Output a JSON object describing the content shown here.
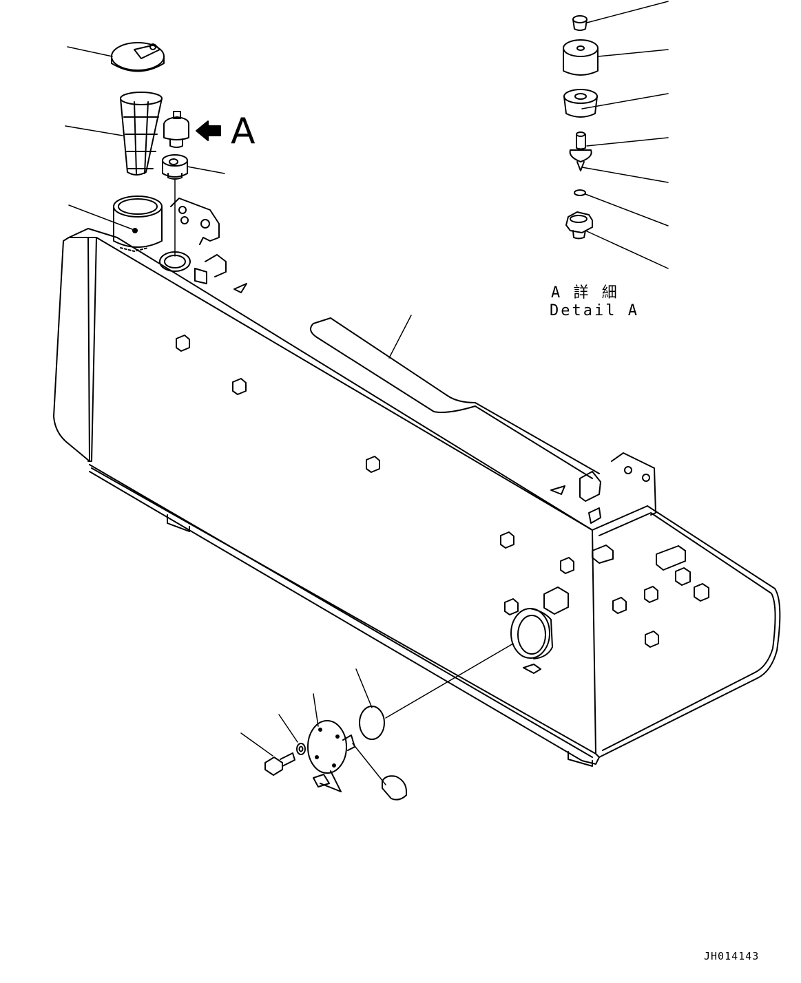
{
  "diagram": {
    "view_label": "A",
    "detail_title_jp": "A 詳 細",
    "detail_title_en": "Detail A",
    "document_id": "JH014143"
  }
}
